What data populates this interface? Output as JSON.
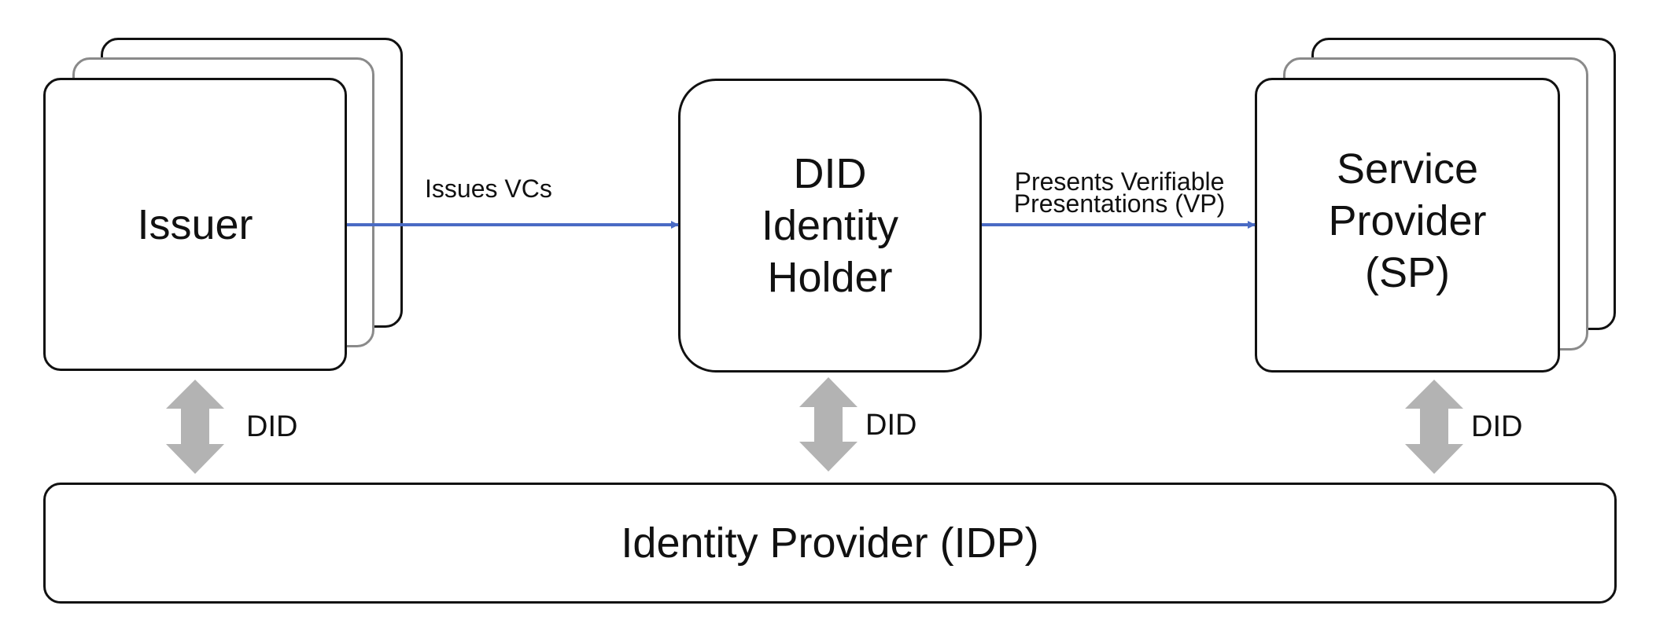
{
  "nodes": {
    "issuer": {
      "label": "Issuer"
    },
    "holder": {
      "label": "DID\nIdentity\n Holder"
    },
    "service_provider": {
      "label": "Service\nProvider\n (SP)"
    },
    "idp": {
      "label": "Identity Provider (IDP)"
    }
  },
  "edges": {
    "issuer_to_holder": {
      "label": "Issues VCs"
    },
    "holder_to_sp": {
      "label_line1": "Presents Verifiable",
      "label_line2": "Presentations (VP)"
    }
  },
  "did_links": {
    "issuer": "DID",
    "holder": "DID",
    "service_provider": "DID"
  },
  "colors": {
    "arrow_blue": "#4a6bc4",
    "did_arrow_gray": "#b3b3b3",
    "back_box_gray": "#8a8a8a",
    "box_border": "#111111"
  }
}
